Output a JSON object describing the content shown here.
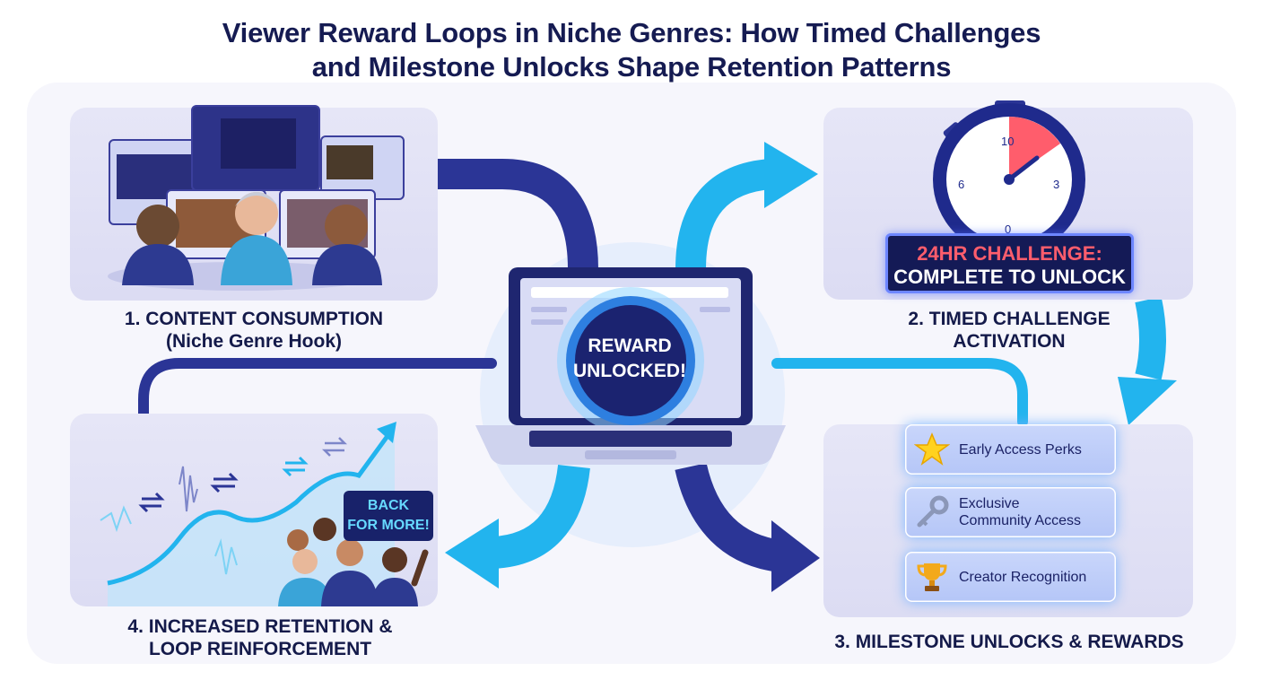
{
  "title": {
    "line1": "Viewer Reward Loops in Niche Genres: How Timed Challenges",
    "line2": "and Milestone Unlocks Shape Retention Patterns"
  },
  "stages": [
    {
      "line1": "1. CONTENT CONSUMPTION",
      "line2": "(Niche Genre Hook)"
    },
    {
      "line1": "2. TIMED CHALLENGE",
      "line2": "ACTIVATION"
    },
    {
      "line1": "3. MILESTONE UNLOCKS & REWARDS",
      "line2": ""
    },
    {
      "line1": "4. INCREASED RETENTION &",
      "line2": "LOOP REINFORCEMENT"
    }
  ],
  "center": {
    "line1": "REWARD",
    "line2": "UNLOCKED!"
  },
  "challenge": {
    "line1": "24HR CHALLENGE:",
    "line2": "COMPLETE TO UNLOCK"
  },
  "stopwatch": {
    "tick_top": "10",
    "tick_right": "3",
    "tick_left": "6",
    "tick_bottom": "0"
  },
  "rewards": [
    {
      "label": "Early Access Perks",
      "icon": "star-icon"
    },
    {
      "label_line1": "Exclusive",
      "label_line2": "Community Access",
      "icon": "key-icon"
    },
    {
      "label": "Creator Recognition",
      "icon": "trophy-icon"
    }
  ],
  "speech": {
    "line1": "BACK",
    "line2": "FOR MORE!"
  },
  "colors": {
    "navy": "#2b3596",
    "cyan": "#22b4ee",
    "dark": "#141a4a",
    "accent_red": "#ff5d6c",
    "panel": "#e2e2f5"
  }
}
